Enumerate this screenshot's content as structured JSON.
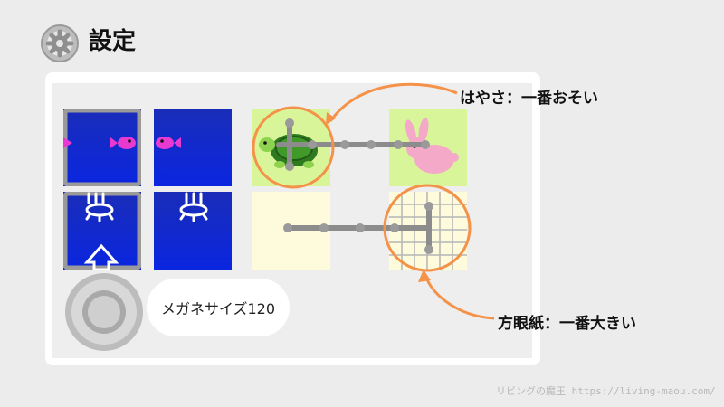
{
  "header": {
    "title": "設定",
    "icon": "gear-icon"
  },
  "settings": {
    "size_label": "メガネサイズ120"
  },
  "callouts": {
    "speed": "はやさ：一番おそい",
    "grid": "方眼紙：一番大きい"
  },
  "watermark": "リビングの魔王 https://living-maou.com/",
  "colors": {
    "accent": "#f5924a",
    "tile_blue": "#0a1fb0",
    "tile_green": "#d9f59a",
    "tile_cream": "#fdfbdc",
    "fish": "#e83ad0"
  }
}
